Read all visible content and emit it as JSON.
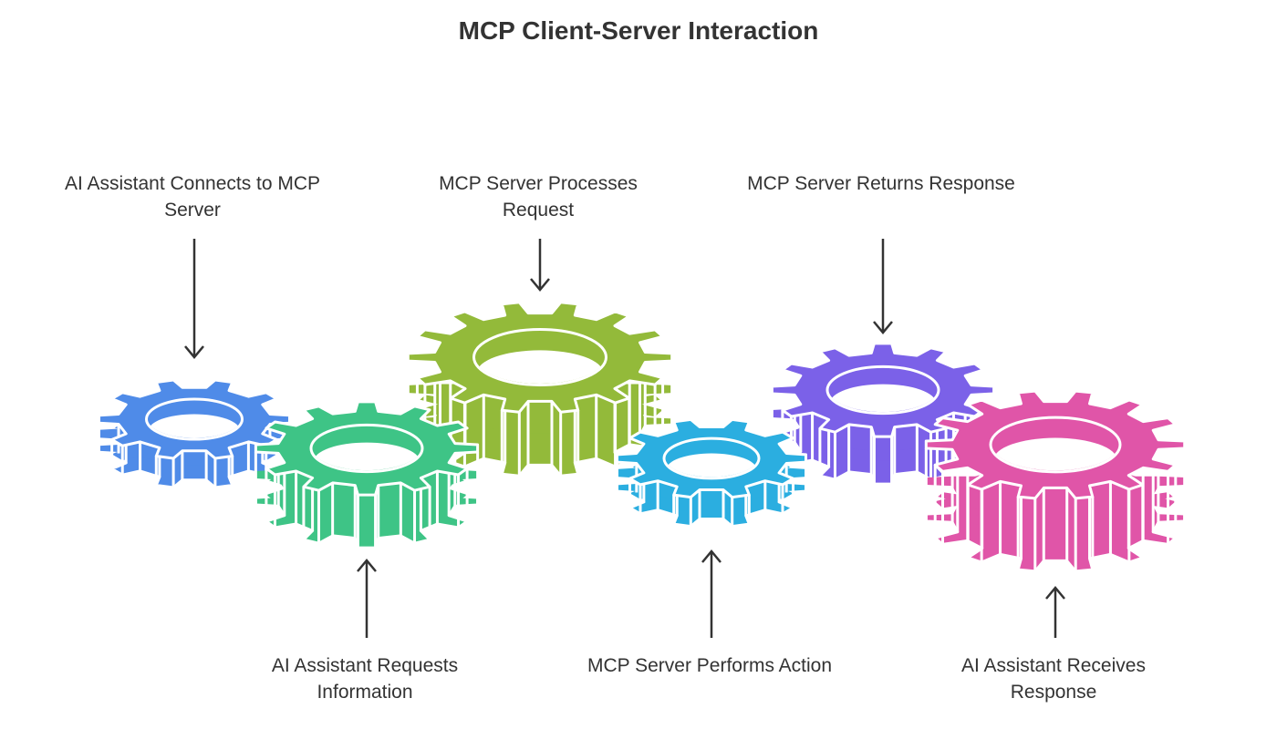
{
  "title": "MCP Client-Server Interaction",
  "steps": [
    {
      "label": "AI Assistant Connects to MCP Server",
      "color": "#4F8BE8",
      "position": "top"
    },
    {
      "label": "AI Assistant Requests Information",
      "color": "#3EC486",
      "position": "bottom"
    },
    {
      "label": "MCP Server Processes Request",
      "color": "#93BA3A",
      "position": "top"
    },
    {
      "label": "MCP Server Performs Action",
      "color": "#2BAEE0",
      "position": "bottom"
    },
    {
      "label": "MCP Server Returns Response",
      "color": "#7B61E8",
      "position": "top"
    },
    {
      "label": "AI Assistant Receives Response",
      "color": "#E055A8",
      "position": "bottom"
    }
  ]
}
